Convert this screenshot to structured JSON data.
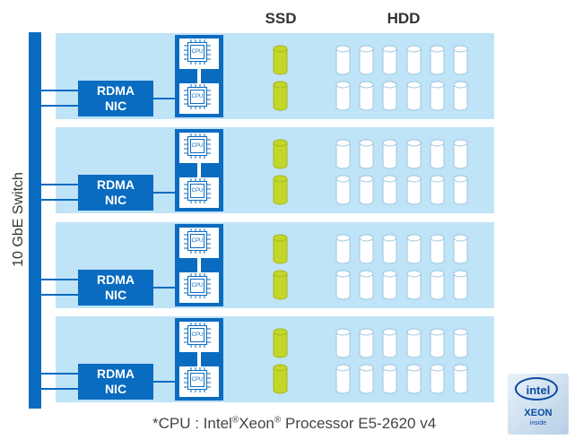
{
  "headers": {
    "ssd": "SSD",
    "hdd": "HDD"
  },
  "switch": {
    "label": "10 GbE Switch"
  },
  "nic": {
    "line1": "RDMA",
    "line2": "NIC"
  },
  "cpu_label": "CPU",
  "servers": [
    {
      "ssd_count": 2,
      "hdd_columns": 6,
      "hdd_rows": 2
    },
    {
      "ssd_count": 2,
      "hdd_columns": 6,
      "hdd_rows": 2
    },
    {
      "ssd_count": 2,
      "hdd_columns": 6,
      "hdd_rows": 2
    },
    {
      "ssd_count": 2,
      "hdd_columns": 6,
      "hdd_rows": 2
    }
  ],
  "footnote": {
    "prefix": "*CPU : Intel",
    "reg1": "®",
    "mid": "Xeon",
    "reg2": "®",
    "suffix": " Processor E5-2620 v4"
  },
  "logo": {
    "brand": "intel",
    "product": "XEON",
    "tagline": "inside"
  },
  "colors": {
    "network": "#0a6cc0",
    "server": "#bfe3f7",
    "ssd": "#c3d62a",
    "hdd": "#ffffff"
  },
  "icons": [
    "cpu-chip-icon",
    "ssd-cylinder-icon",
    "hdd-cylinder-icon",
    "intel-xeon-logo-icon"
  ]
}
